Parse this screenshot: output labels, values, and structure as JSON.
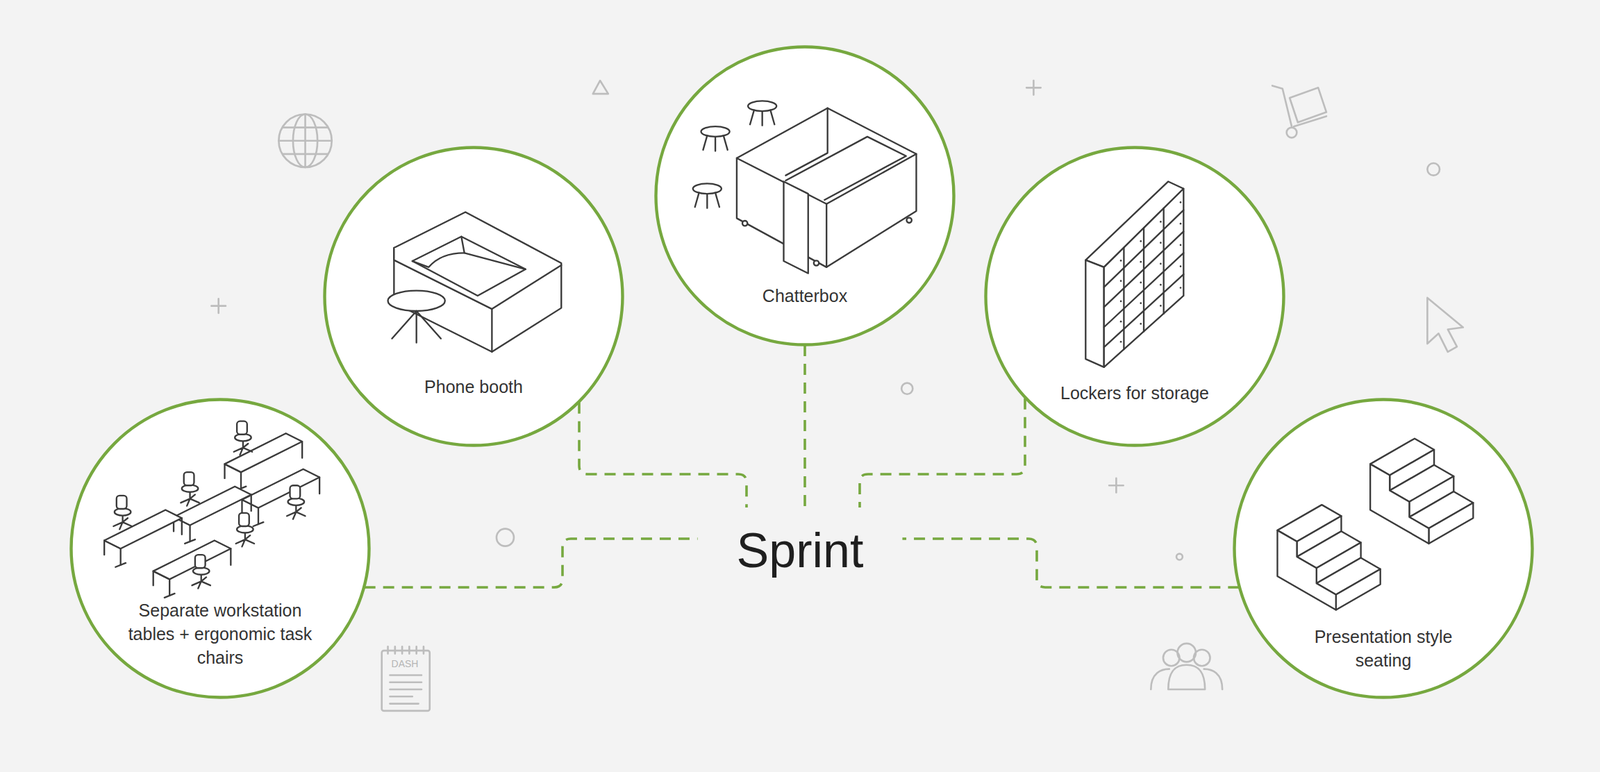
{
  "diagram": {
    "nodes": [
      {
        "text": [
          "Sprint"
        ]
      },
      {
        "text": [
          "Separate workstation tables + ergonomic task chairs"
        ]
      },
      {
        "text": [
          "Phone booth"
        ]
      },
      {
        "text": [
          "Chatterbox"
        ]
      },
      {
        "text": [
          "Lockers for storage"
        ]
      },
      {
        "text": [
          "Presentation style seating"
        ]
      }
    ],
    "edges": [
      {
        "from": 1,
        "to": 0,
        "arrow": "none"
      },
      {
        "from": 2,
        "to": 0,
        "arrow": "none"
      },
      {
        "from": 3,
        "to": 0,
        "arrow": "none"
      },
      {
        "from": 4,
        "to": 0,
        "arrow": "none"
      },
      {
        "from": 5,
        "to": 0,
        "arrow": "none"
      }
    ],
    "labels": [
      "DASH"
    ]
  }
}
